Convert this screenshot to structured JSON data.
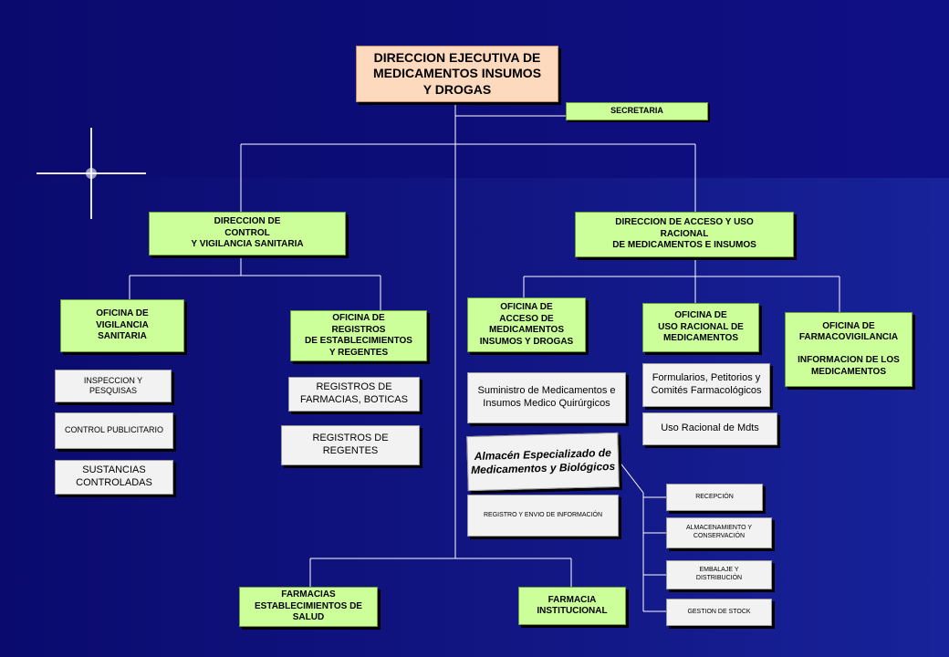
{
  "background": {
    "primary": "#0a0a6e",
    "accent": "#101086",
    "line": "#ffffff"
  },
  "boxes": {
    "direccion_ejecutiva": "DIRECCION EJECUTIVA DE\nMEDICAMENTOS INSUMOS\nY DROGAS",
    "secretaria": "SECRETARIA",
    "direccion_control": "DIRECCION DE\nCONTROL\nY VIGILANCIA SANITARIA",
    "direccion_acceso": "DIRECCION DE ACCESO Y USO\nRACIONAL\nDE MEDICAMENTOS E INSUMOS",
    "oficina_vigilancia": "OFICINA DE\nVIGILANCIA\nSANITARIA",
    "oficina_registros": "OFICINA DE\nREGISTROS\nDE ESTABLECIMIENTOS\nY REGENTES",
    "oficina_acceso": "OFICINA DE\nACCESO DE\nMEDICAMENTOS\nINSUMOS Y DROGAS",
    "oficina_uso_racional": "OFICINA DE\nUSO RACIONAL DE\nMEDICAMENTOS",
    "oficina_farmacovigilancia": "OFICINA DE\nFARMACOVIGILANCIA\n\nINFORMACION DE LOS\nMEDICAMENTOS",
    "inspeccion": "INSPECCION Y\nPESQUISAS",
    "control_publicitario": "CONTROL PUBLICITARIO",
    "sustancias": "SUSTANCIAS\nCONTROLADAS",
    "registros_farmacias": "REGISTROS DE\nFARMACIAS, BOTICAS",
    "registros_regentes": "REGISTROS DE\nREGENTES",
    "suministro": "Suministro de Medicamentos e\nInsumos Medico Quirúrgicos",
    "almacen": "Almacén Especializado  de\nMedicamentos y Biológicos",
    "registro_envio": "REGISTRO Y ENVIO DE INFORMACIÓN",
    "formularios": "Formularios, Petitorios y\nComités Farmacológicos",
    "uso_racional_mdts": "Uso Racional de Mdts",
    "recepcion": "RECEPCIÓN",
    "almacenamiento": "ALMACENAMIENTO  Y\nCONSERVACIÓN",
    "embalaje": "EMBALAJE Y\nDISTRIBUCIÓN",
    "gestion_stock": "GESTION DE STOCK",
    "farmacias_establecimientos": "FARMACIAS\nESTABLECIMIENTOS DE\nSALUD",
    "farmacia_institucional": "FARMACIA\nINSTITUCIONAL"
  }
}
